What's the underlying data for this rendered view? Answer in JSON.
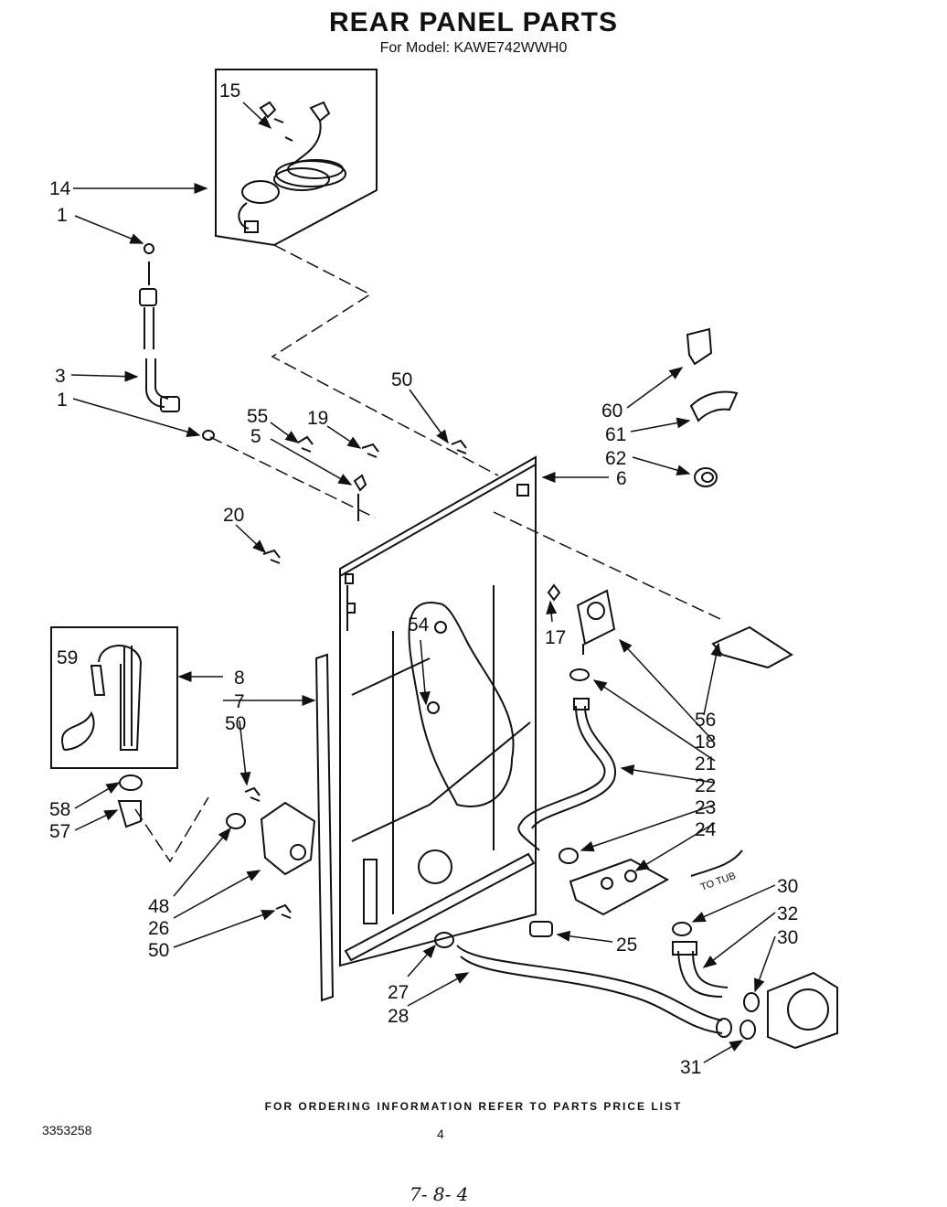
{
  "title": "REAR PANEL PARTS",
  "subtitle": "For Model: KAWE742WWH0",
  "footer": "FOR ORDERING INFORMATION REFER TO PARTS PRICE LIST",
  "doc_number": "3353258",
  "page_number": "4",
  "handwritten_note": "7- 8- 4",
  "to_tub_label": "TO TUB",
  "callouts": [
    "15",
    "14",
    "1",
    "3",
    "1",
    "50",
    "55",
    "5",
    "19",
    "60",
    "61",
    "62",
    "6",
    "20",
    "17",
    "59",
    "8",
    "7",
    "50",
    "54",
    "56",
    "18",
    "21",
    "22",
    "58",
    "57",
    "23",
    "24",
    "48",
    "26",
    "50",
    "25",
    "30",
    "32",
    "30",
    "27",
    "28",
    "31"
  ]
}
